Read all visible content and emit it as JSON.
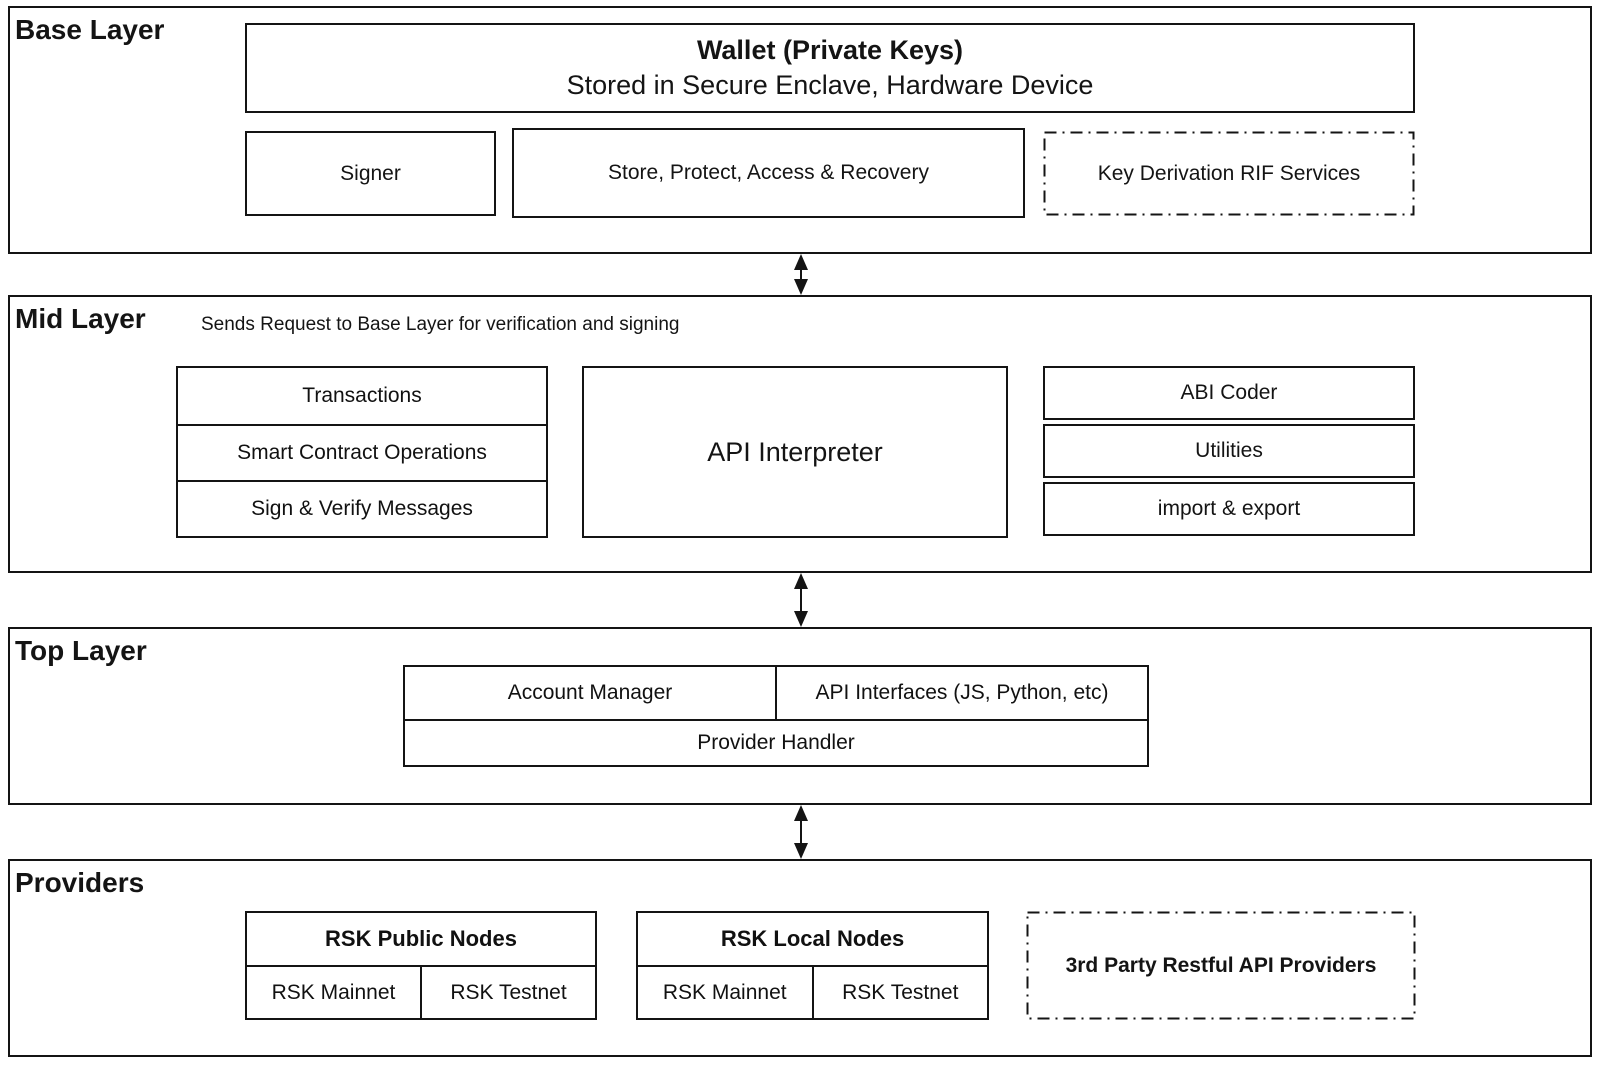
{
  "colors": {
    "border": "#141414",
    "text": "#111111",
    "background": "#ffffff"
  },
  "layers": {
    "base": {
      "label": "Base Layer",
      "wallet_title": "Wallet (Private Keys)",
      "wallet_subtitle": "Stored in Secure Enclave, Hardware Device",
      "signer": "Signer",
      "store": "Store, Protect, Access & Recovery",
      "key_derivation": "Key Derivation RIF Services"
    },
    "mid": {
      "label": "Mid Layer",
      "caption": "Sends Request to Base Layer for verification and signing",
      "left_stack": [
        "Transactions",
        "Smart Contract Operations",
        "Sign  & Verify Messages"
      ],
      "api_interpreter": "API Interpreter",
      "right_stack": [
        "ABI Coder",
        "Utilities",
        "import & export"
      ]
    },
    "top": {
      "label": "Top Layer",
      "account_manager": "Account Manager",
      "api_interfaces": "API Interfaces (JS, Python, etc)",
      "provider_handler": "Provider Handler"
    },
    "providers": {
      "label": "Providers",
      "public_nodes": {
        "title": "RSK Public Nodes",
        "cells": [
          "RSK Mainnet",
          "RSK Testnet"
        ]
      },
      "local_nodes": {
        "title": "RSK Local Nodes",
        "cells": [
          "RSK Mainnet",
          "RSK Testnet"
        ]
      },
      "third_party": "3rd Party Restful API Providers"
    }
  }
}
